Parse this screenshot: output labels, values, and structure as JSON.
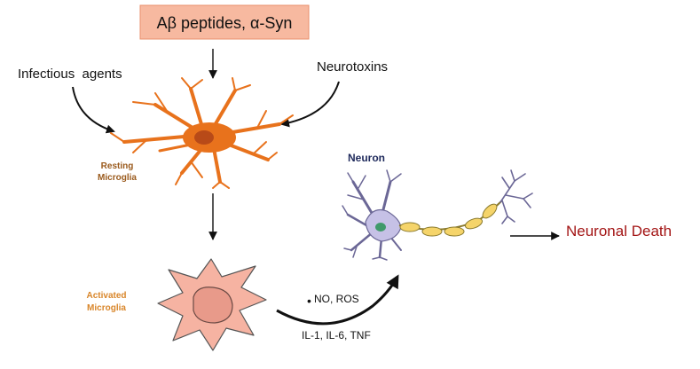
{
  "diagram": {
    "top_box": {
      "label": "Aβ peptides, α-Syn"
    },
    "inputs": {
      "left": "Infectious  agents",
      "right": "Neurotoxins"
    },
    "resting_microglia": {
      "line1": "Resting",
      "line2": "Microglia"
    },
    "activated_microglia": {
      "line1": "Activated",
      "line2": "Microglia"
    },
    "neuron": {
      "label": "Neuron"
    },
    "mediators": {
      "line1_bullet": "•",
      "line1": "NO, ROS",
      "line2": "IL-1, IL-6, TNF"
    },
    "outcome": {
      "label": "Neuronal Death"
    }
  },
  "colors": {
    "box_fill": "#f7b9a0",
    "box_stroke": "#e8906c",
    "microglia_resting": "#e8721c",
    "microglia_nucleus": "#b84a18",
    "microglia_label": "#9a5a1c",
    "activated_fill": "#f6b3a2",
    "activated_stroke": "#555555",
    "activated_label": "#d9862a",
    "neuron_body": "#c6c1e6",
    "neuron_stroke": "#6b6796",
    "neuron_label": "#1f2a5c",
    "axon_segment": "#f5d46a",
    "outcome_text": "#a31515",
    "arrow": "#111111"
  }
}
